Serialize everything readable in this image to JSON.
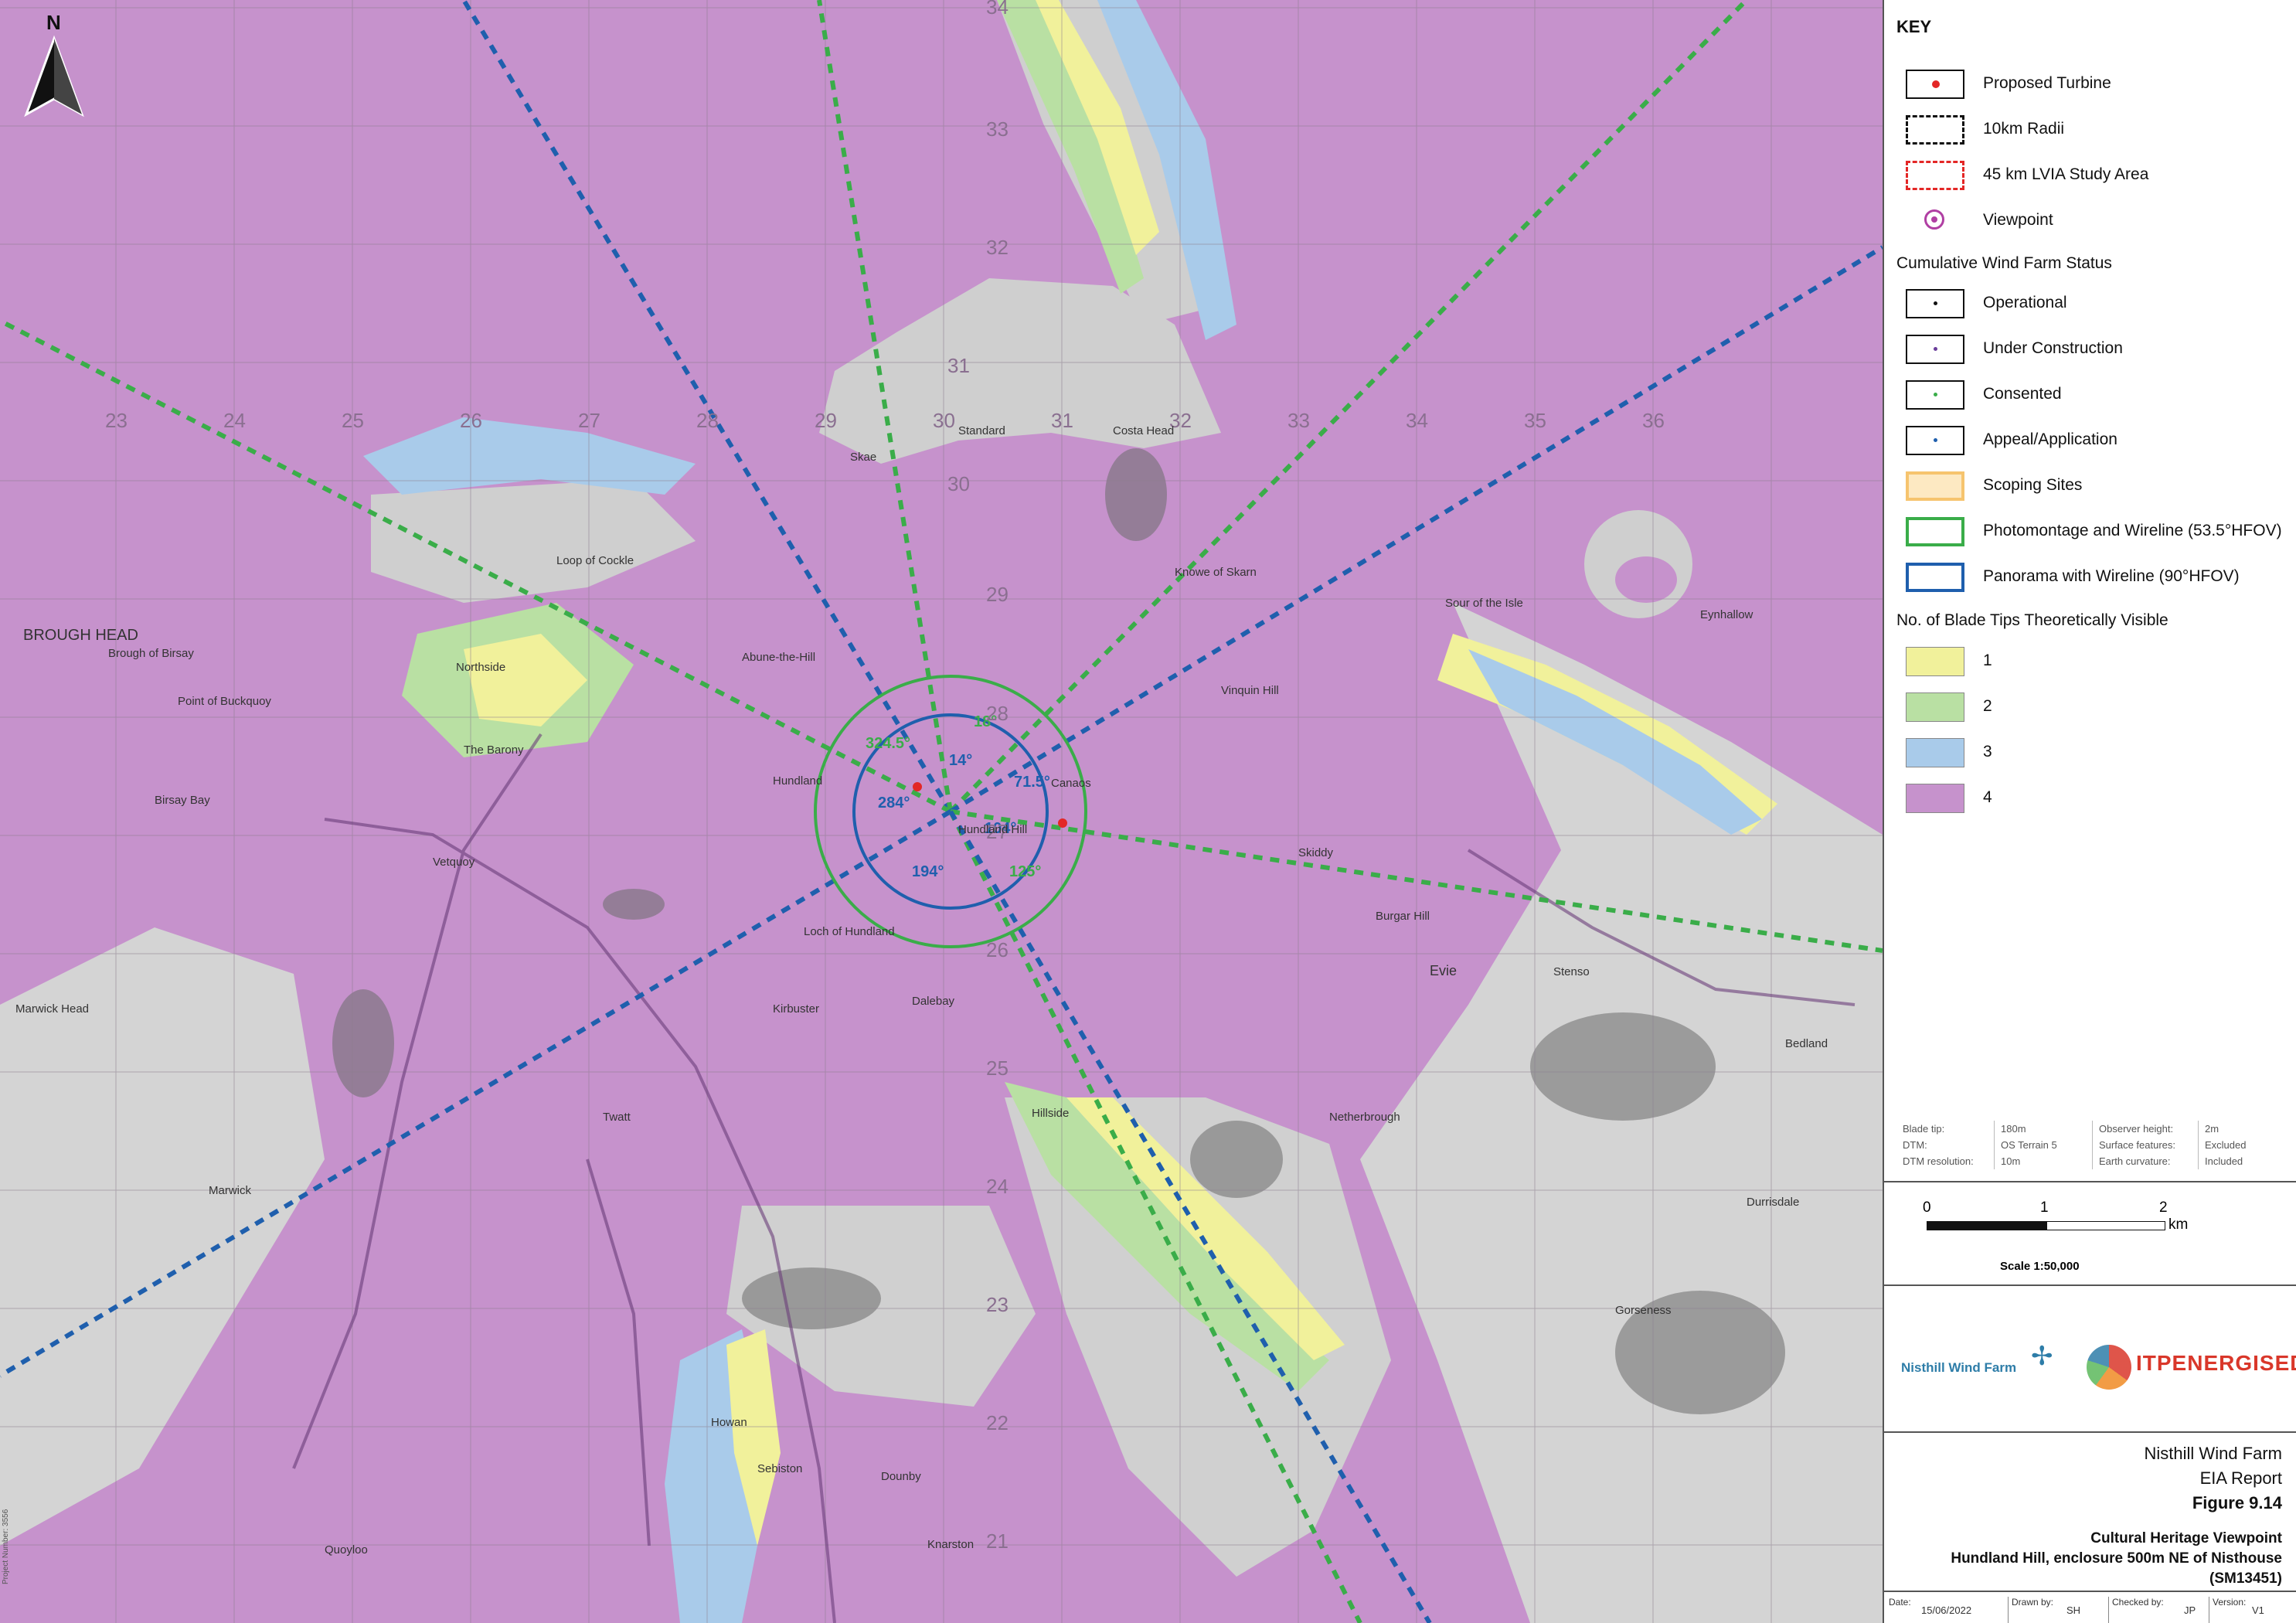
{
  "map": {
    "north_label": "N",
    "grid_eastings": [
      "23",
      "24",
      "25",
      "26",
      "27",
      "28",
      "29",
      "30",
      "31",
      "32",
      "33",
      "34",
      "35",
      "36"
    ],
    "grid_northings": [
      "34",
      "33",
      "32",
      "31",
      "30",
      "29",
      "28",
      "27",
      "26",
      "25",
      "24",
      "23",
      "22",
      "21"
    ],
    "place_labels": [
      "BROUGH HEAD",
      "Brough of Birsay",
      "Point of Buckquoy",
      "Birsay Bay",
      "Northside",
      "The Barony",
      "Loop of Cockle",
      "Abune-the-Hill",
      "Hundland",
      "Costa Head",
      "Standard",
      "Skae",
      "Knowe of Skarn",
      "Marwick",
      "Howan",
      "Evie",
      "Eynhallow",
      "Stenso",
      "Gorseness",
      "Durrisdale",
      "Sebiston",
      "Dounby",
      "Knarston",
      "Hillside",
      "Bedland",
      "Sour of the Isle",
      "Burgar Hill",
      "Twatt",
      "Kirbuster",
      "Dalebay",
      "Hundland Hill",
      "Loch of Hundland",
      "Marwick Head",
      "Quoyloo",
      "Vetquoy",
      "Skiddy",
      "Canaos",
      "Vinquin Hill",
      "Netherbrough"
    ],
    "bearings": [
      "324.5°",
      "18°",
      "14°",
      "71.5°",
      "284°",
      "104°",
      "194°",
      "125°"
    ],
    "colors": {
      "vis1": "#f1f19b",
      "vis2": "#b9e0a3",
      "vis3": "#a9cbea",
      "vis4": "#c692cc",
      "photomontage": "#3aad49",
      "panorama": "#1f5fad",
      "turbine": "#e32726"
    }
  },
  "key": {
    "title": "KEY",
    "items": [
      {
        "label": "Proposed Turbine"
      },
      {
        "label": "10km Radii"
      },
      {
        "label": "45 km LVIA Study Area"
      },
      {
        "label": "Viewpoint"
      }
    ],
    "cumulative_heading": "Cumulative Wind Farm Status",
    "cumulative": [
      {
        "label": "Operational"
      },
      {
        "label": "Under Construction"
      },
      {
        "label": "Consented"
      },
      {
        "label": "Appeal/Application"
      },
      {
        "label": "Scoping Sites"
      },
      {
        "label": "Photomontage and Wireline (53.5°HFOV)"
      },
      {
        "label": "Panorama with Wireline (90°HFOV)"
      }
    ],
    "visibility_heading": "No. of Blade Tips Theoretically Visible",
    "visibility": [
      {
        "label": "1"
      },
      {
        "label": "2"
      },
      {
        "label": "3"
      },
      {
        "label": "4"
      }
    ]
  },
  "specs": {
    "blade_tip_label": "Blade tip:",
    "blade_tip": "180m",
    "observer_label": "Observer height:",
    "observer": "2m",
    "dtm_label": "DTM:",
    "dtm": "OS Terrain 5",
    "surface_label": "Surface features:",
    "surface": "Excluded",
    "dtm_res_label": "DTM resolution:",
    "dtm_res": "10m",
    "curvature_label": "Earth curvature:",
    "curvature": "Included"
  },
  "scale": {
    "tick0": "0",
    "tick1": "1",
    "tick2": "2",
    "unit": "km",
    "text": "Scale  1:50,000"
  },
  "logos": {
    "left": "Nisthill Wind Farm",
    "right": "ITPENERGISED"
  },
  "title_block": {
    "project": "Nisthill Wind Farm",
    "report": "EIA Report",
    "figure": "Figure 9.14",
    "view_type": "Cultural Heritage Viewpoint",
    "view_name": "Hundland Hill, enclosure 500m NE of Nisthouse",
    "view_ref": "(SM13451)"
  },
  "footer": {
    "date_label": "Date:",
    "date": "15/06/2022",
    "drawn_label": "Drawn by:",
    "drawn": "SH",
    "checked_label": "Checked by:",
    "checked": "JP",
    "version_label": "Version:",
    "version": "V1"
  },
  "side_note": "Project Number: 3556"
}
